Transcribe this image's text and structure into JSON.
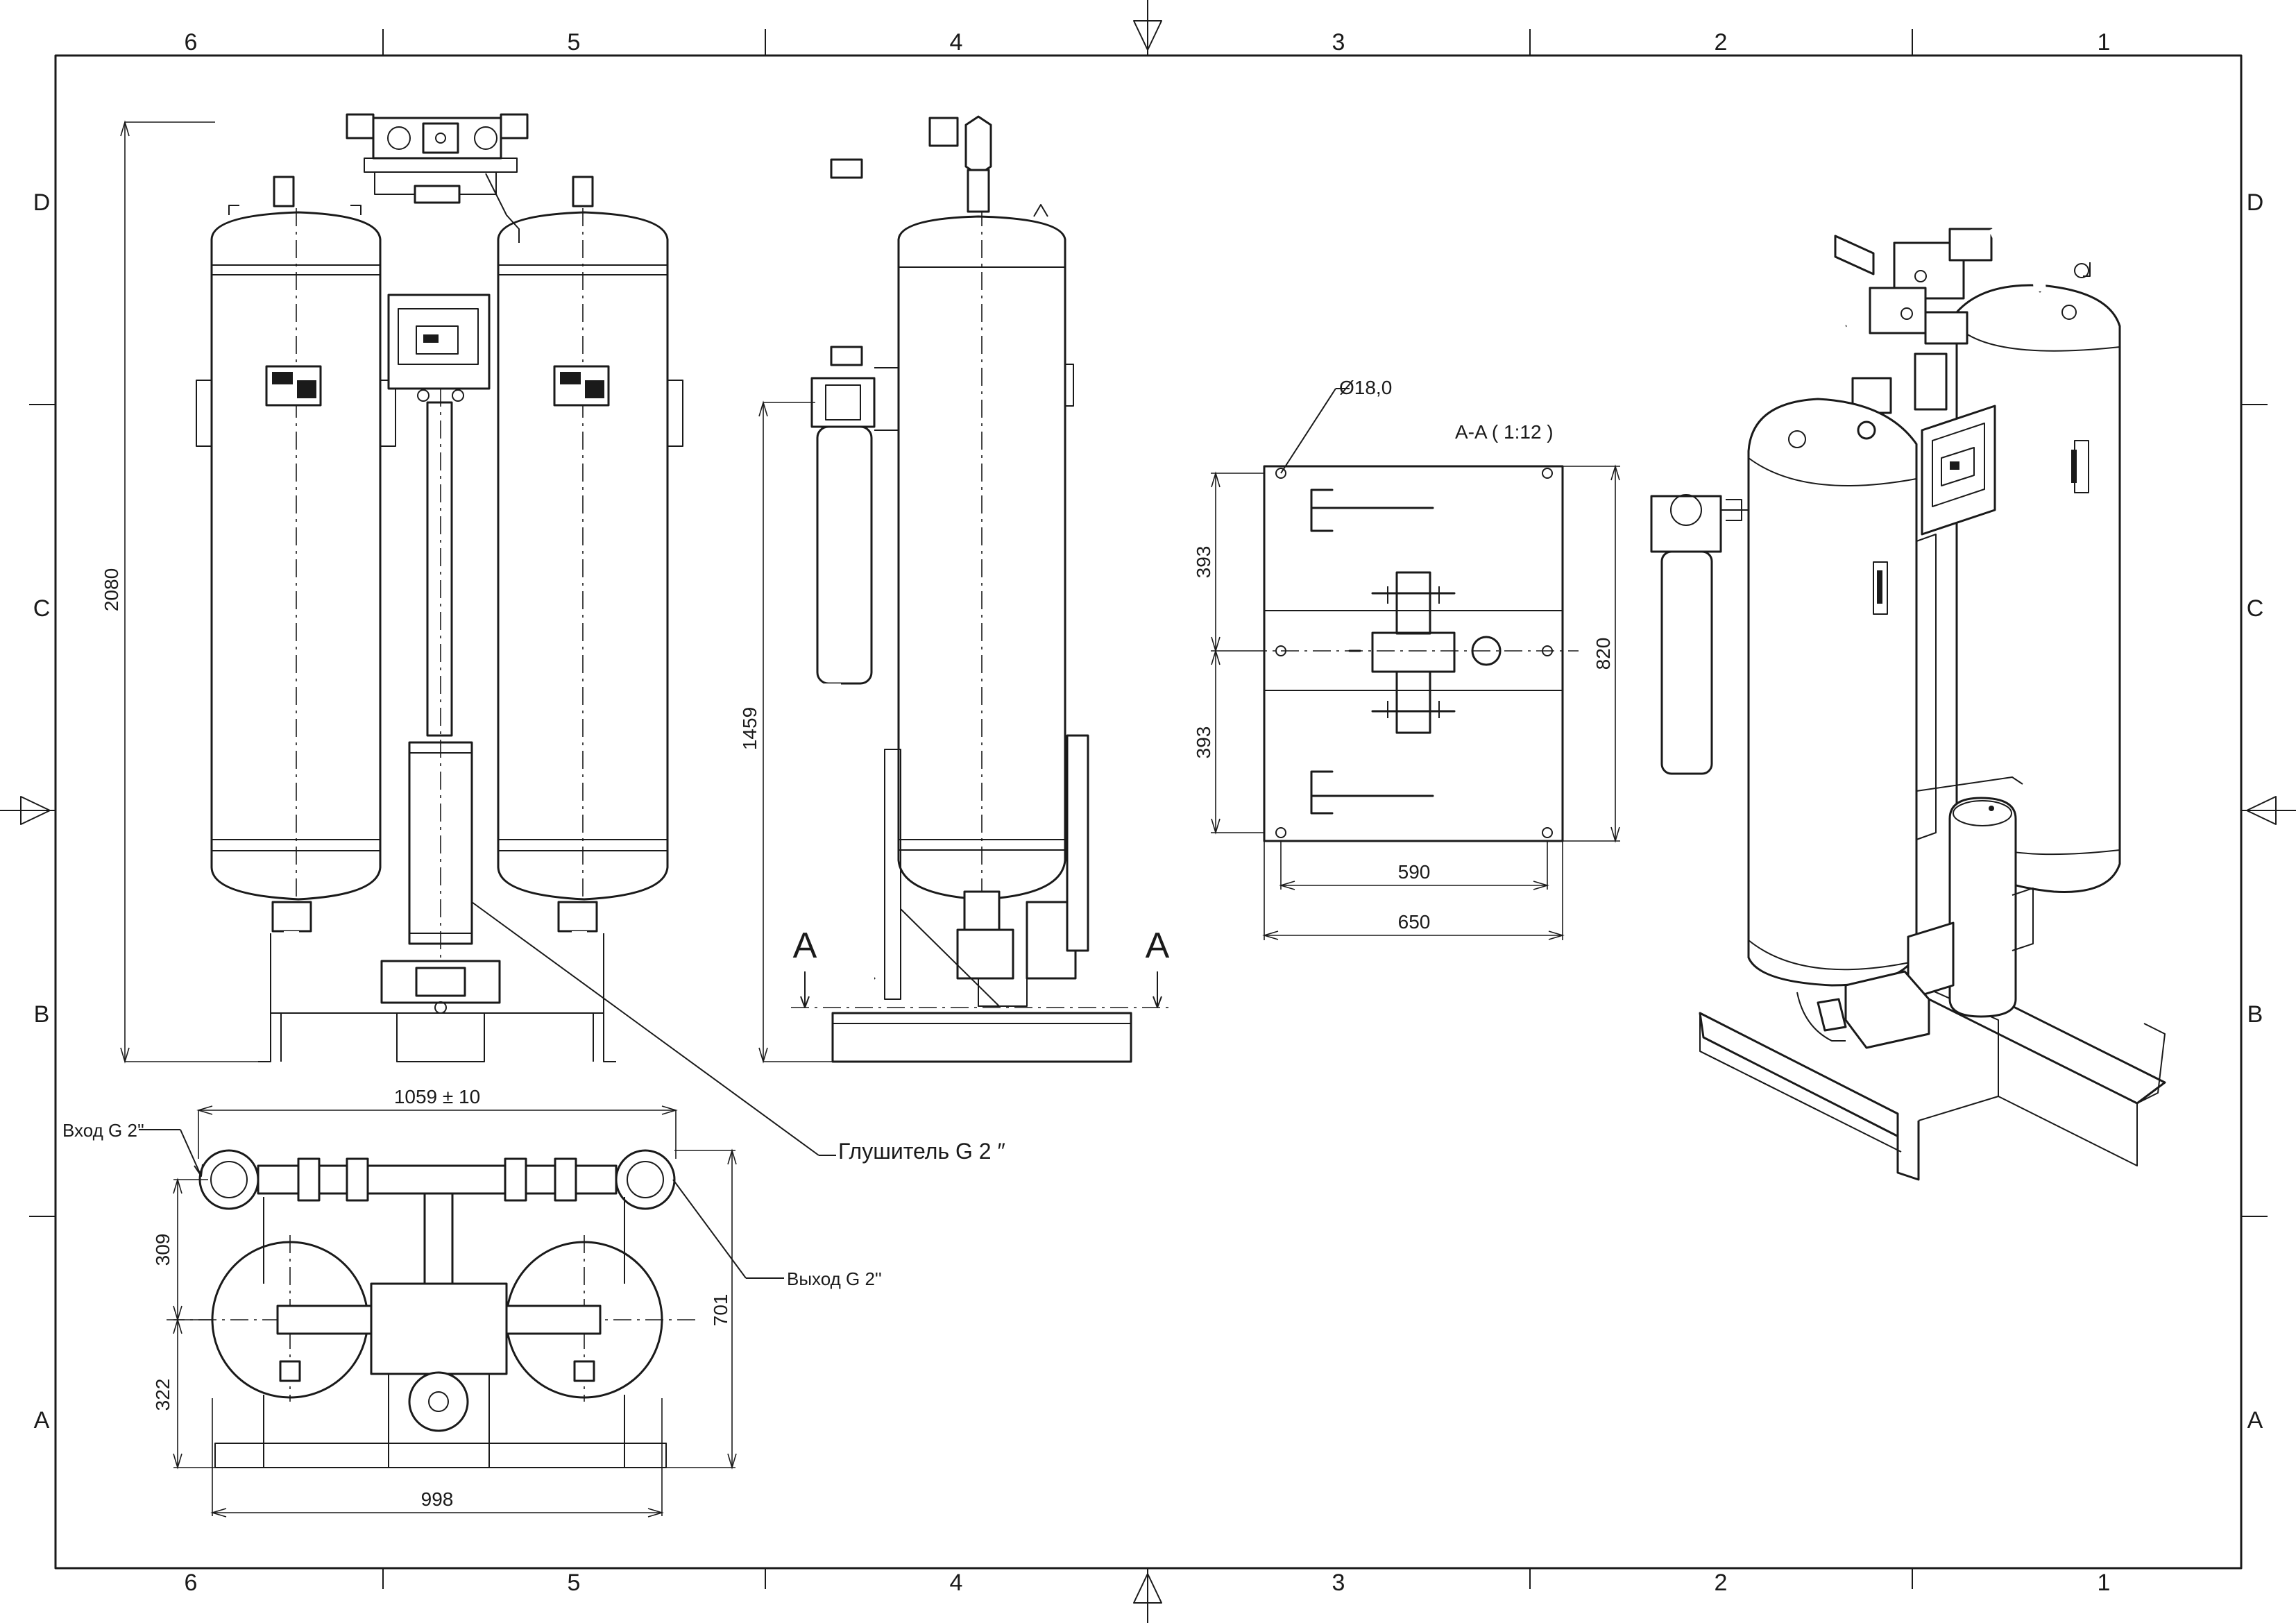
{
  "frame": {
    "columns": [
      "6",
      "5",
      "4",
      "3",
      "2",
      "1"
    ],
    "rows": [
      "D",
      "C",
      "B",
      "A"
    ]
  },
  "front_view": {
    "height_dim": "2080"
  },
  "side_view": {
    "height_dim": "1459",
    "section_mark_left": "A",
    "section_mark_right": "A"
  },
  "top_view": {
    "width_dim": "1059 ± 10",
    "inlet_label": "Вход G 2''",
    "outlet_label": "Выход G 2''",
    "dim_309": "309",
    "dim_322": "322",
    "dim_701": "701",
    "dim_998": "998"
  },
  "silencer_label": "Глушитель G 2 ″",
  "section_view": {
    "title": "A-A ( 1:12 )",
    "hole_dim": "Ø18,0",
    "dim_393_top": "393",
    "dim_393_bottom": "393",
    "dim_820": "820",
    "dim_590": "590",
    "dim_650": "650"
  }
}
